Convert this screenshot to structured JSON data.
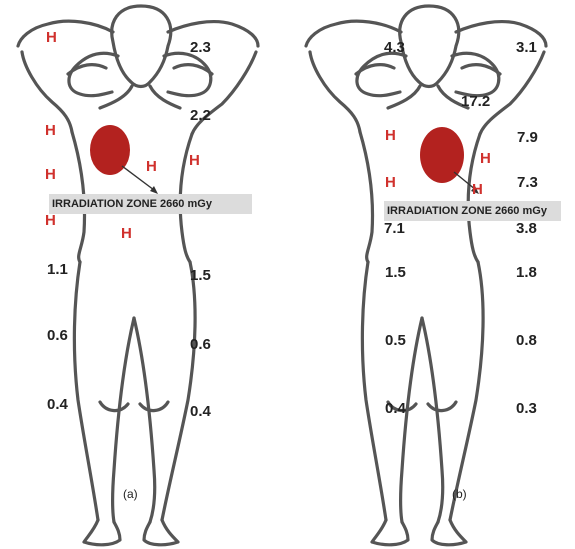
{
  "zone_label": "IRRADIATION ZONE 2660 mGy",
  "high_marker": "H",
  "colors": {
    "outline": "#555555",
    "tumor": "#b3221f",
    "marker": "#d0312d",
    "zone_bg": "#dcdcdc"
  },
  "panel_a": {
    "caption": "(a)",
    "left": {
      "hip": "1.1",
      "knee": "0.6",
      "shin": "0.4"
    },
    "right": {
      "hand": "2.3",
      "shoulder": "2.2",
      "hip": "1.5",
      "knee": "0.6",
      "shin": "0.4"
    }
  },
  "panel_b": {
    "caption": "(b)",
    "left": {
      "hand": "4.3",
      "waist": "7.1",
      "hip": "1.5",
      "knee": "0.5",
      "shin": "0.4"
    },
    "right": {
      "hand": "3.1",
      "neck": "17.2",
      "chest": "7.9",
      "abdomen": "7.3",
      "waist": "3.8",
      "hip": "1.8",
      "knee": "0.8",
      "shin": "0.3"
    }
  }
}
